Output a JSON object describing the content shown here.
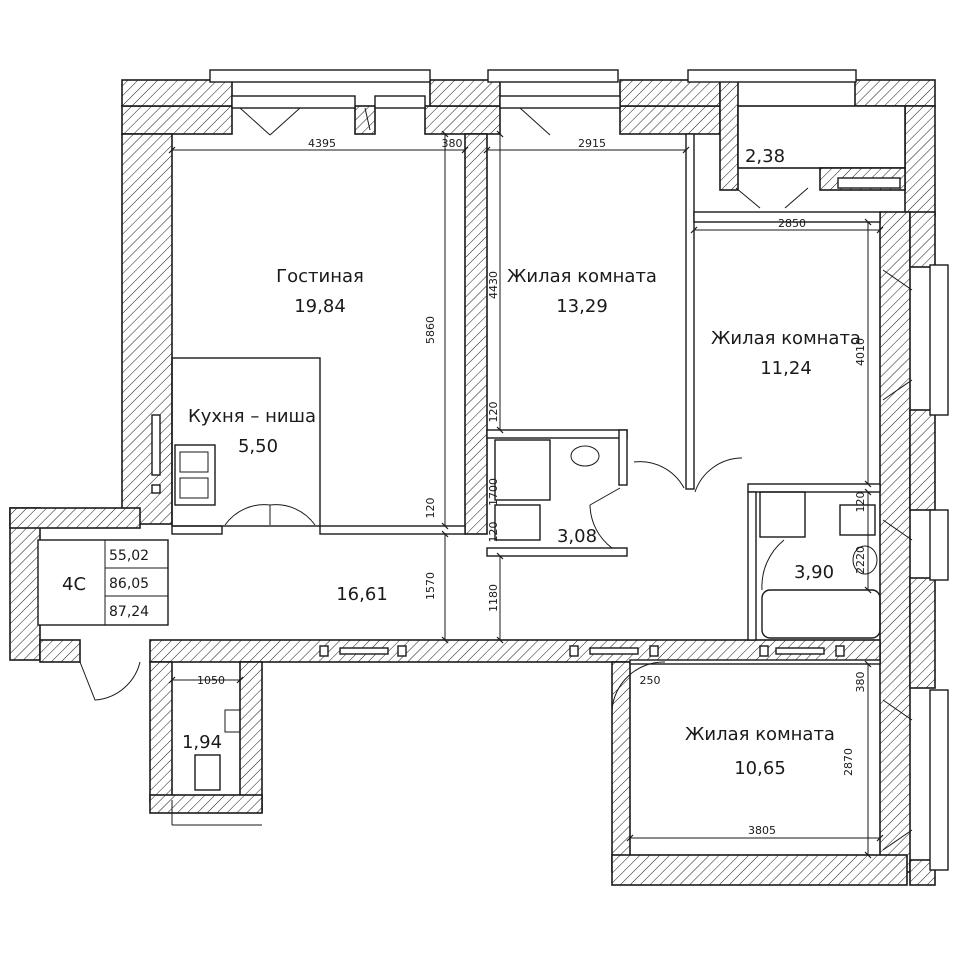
{
  "rooms": {
    "living": {
      "name": "Гостиная",
      "area": "19,84"
    },
    "bedroom1": {
      "name": "Жилая комната",
      "area": "13,29"
    },
    "bedroom2": {
      "name": "Жилая комната",
      "area": "11,24"
    },
    "bedroom3": {
      "name": "Жилая комната",
      "area": "10,65"
    },
    "kitchen": {
      "name": "Кухня – ниша",
      "area": "5,50"
    },
    "hall": {
      "area": "16,61"
    },
    "bath1": {
      "area": "3,08"
    },
    "bath2": {
      "area": "3,90"
    },
    "wc": {
      "area": "1,94"
    },
    "balcony": {
      "area": "2,38"
    }
  },
  "dimensions": {
    "d4395": "4395",
    "d380a": "380",
    "d2915": "2915",
    "d2850": "2850",
    "d5860": "5860",
    "d4430": "4430",
    "d4010": "4010",
    "d120a": "120",
    "d120b": "120",
    "d120c": "120",
    "d120d": "120",
    "d1700": "1700",
    "d1570": "1570",
    "d1180": "1180",
    "d2220": "2220",
    "d1050": "1050",
    "d250": "250",
    "d380b": "380",
    "d2870": "2870",
    "d3805": "3805"
  },
  "legend": {
    "code": "4С",
    "values": [
      "55,02",
      "86,05",
      "87,24"
    ]
  },
  "colors": {
    "ink": "#1a1a1a",
    "background": "#ffffff"
  }
}
